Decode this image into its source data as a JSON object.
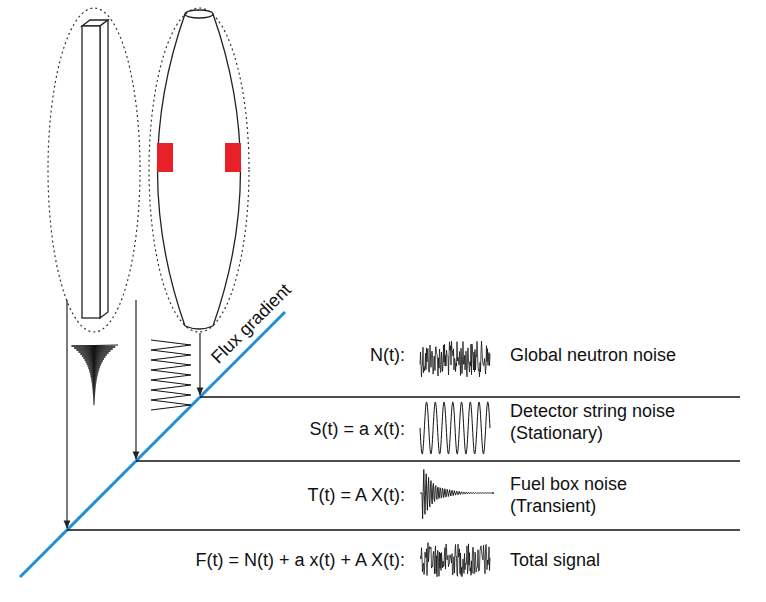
{
  "diagram": {
    "labels": [
      "Flux gradient",
      "N(t):",
      "Global neutron noise",
      "S(t) = a x(t):",
      "Detector string noise (Stationary)",
      "T(t) = A X(t):",
      "Fuel box noise (Transient)",
      "F(t) = N(t) + a x(t) + A X(t):",
      "Total signal"
    ]
  }
}
